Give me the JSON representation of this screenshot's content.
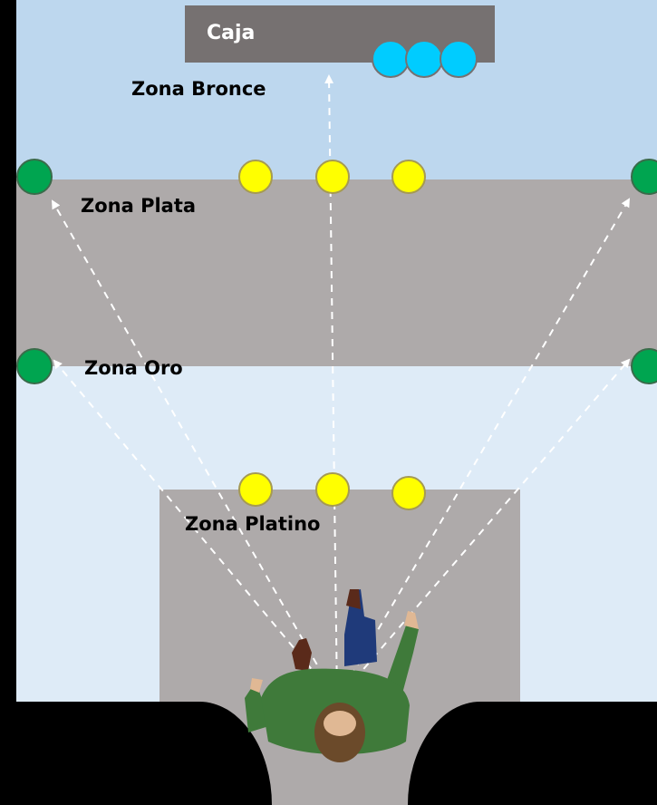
{
  "cashier": {
    "label": "Caja"
  },
  "zones": {
    "bronze": "Zona Bronce",
    "silver": "Zona Plata",
    "gold": "Zona Oro",
    "platinum": "Zona Platino"
  },
  "colors": {
    "background": "#000000",
    "bronze_zone": "#bdd7ee",
    "gold_zone": "#deebf7",
    "shelf": "#aeaaaa",
    "cashier_counter": "#767171",
    "cashier_dots": "#00ccff",
    "yellow_dots": "#ffff00",
    "green_dots": "#00a550",
    "sightlines": "#ffffff",
    "person_jacket": "#3f7a3a",
    "person_hair": "#6b4a2a",
    "person_legs": "#1f3a7a"
  }
}
